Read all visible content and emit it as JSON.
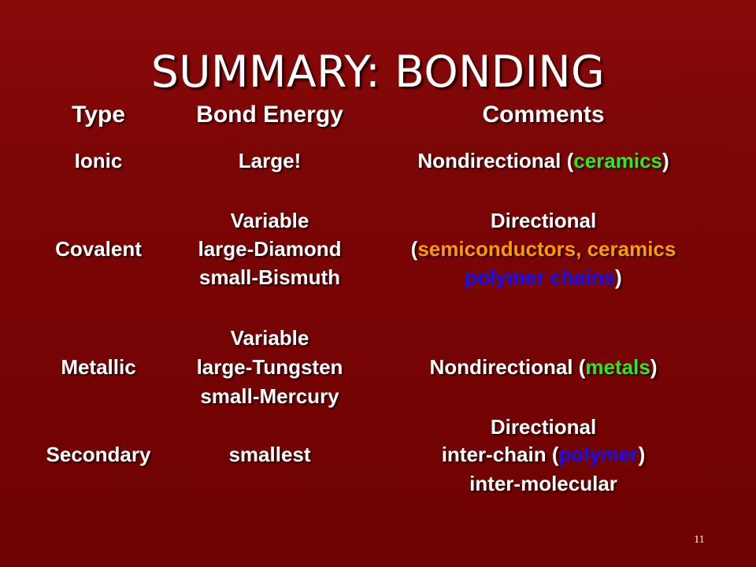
{
  "slide": {
    "title": "SUMMARY:  BONDING",
    "headers": {
      "type": "Type",
      "energy": "Bond Energy",
      "comments": "Comments"
    },
    "rows": {
      "ionic": {
        "type": "Ionic",
        "energy": "Large!",
        "comment_pre": "Nondirectional (",
        "comment_hl": "ceramics",
        "comment_post": ")"
      },
      "covalent": {
        "type": "Covalent",
        "energy": [
          "Variable",
          "large-Diamond",
          "small-Bismuth"
        ],
        "comment_line1": "Directional",
        "comment_line2_pre": "(",
        "comment_line2_hl": "semiconductors, ceramics",
        "comment_line3_hl": "polymer chains",
        "comment_line3_post": ")"
      },
      "metallic": {
        "type": "Metallic",
        "energy": [
          "Variable",
          "large-Tungsten",
          "small-Mercury"
        ],
        "comment_pre": "Nondirectional (",
        "comment_hl": "metals",
        "comment_post": ")"
      },
      "secondary": {
        "type": "Secondary",
        "energy": "smallest",
        "comment_line1": "Directional",
        "comment_line2_pre": "inter-chain (",
        "comment_line2_hl": "polymer",
        "comment_line2_post": ")",
        "comment_line3": "inter-molecular"
      }
    },
    "slide_number": "11"
  },
  "colors": {
    "background": "#7c0505",
    "highlight_green": "#33e61e",
    "highlight_orange": "#ff9a00",
    "highlight_blue": "#1010ff"
  }
}
